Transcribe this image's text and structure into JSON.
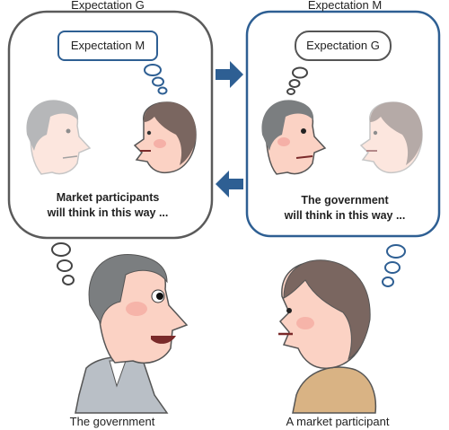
{
  "left_panel": {
    "top_label": "Expectation G",
    "thought_label": "Expectation M",
    "caption_line1": "Market participants",
    "caption_line2": "will think in this way ..."
  },
  "right_panel": {
    "top_label": "Expectation M",
    "thought_label": "Expectation G",
    "caption_line1": "The government",
    "caption_line2": "will think in this way ..."
  },
  "bottom": {
    "left_person": "The government",
    "right_person": "A market participant"
  },
  "colors": {
    "accent_blue": "#2e5f93",
    "panel_gray": "#5a5a5a",
    "skin": "#fbd2c4",
    "cheek": "#f29a94",
    "gov_hair": "#7b7e80",
    "mp_hair": "#7a6660",
    "suit": "#b9bfc6",
    "shirt": "#d9b384"
  }
}
